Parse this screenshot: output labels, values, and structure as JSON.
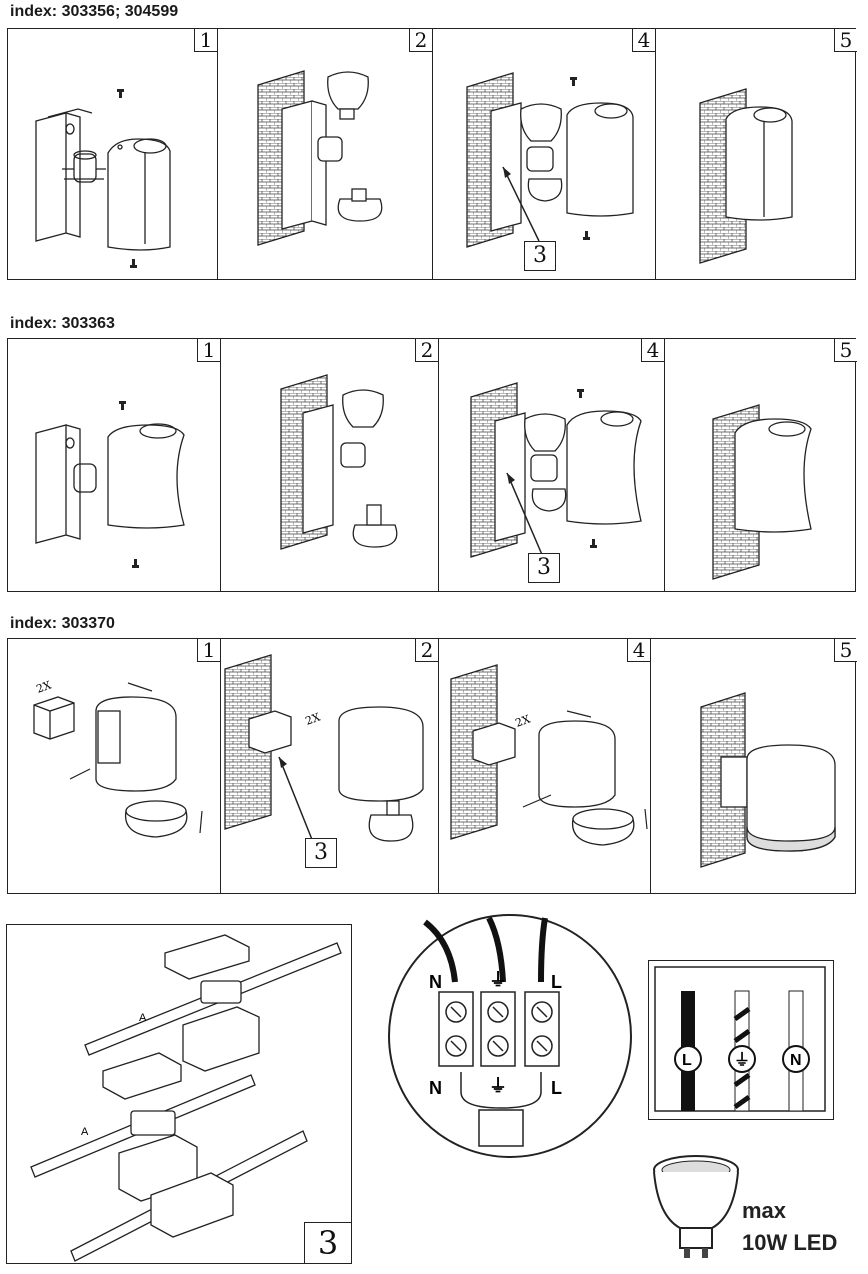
{
  "sections": [
    {
      "index_label": "index: 303356; 304599",
      "steps": [
        "1",
        "2",
        "4",
        "5"
      ],
      "callout": "3"
    },
    {
      "index_label": "index: 303363",
      "steps": [
        "1",
        "2",
        "4",
        "5"
      ],
      "callout": "3"
    },
    {
      "index_label": "index: 303370",
      "steps": [
        "1",
        "2",
        "4",
        "5"
      ],
      "callout": "3",
      "multiplier": "2X"
    }
  ],
  "wiring": {
    "detail_number": "3",
    "cable_label_a": "A",
    "terminal_top_labels": [
      "N",
      "⏚",
      "L"
    ],
    "terminal_bottom_labels": [
      "N",
      "⏚",
      "L"
    ],
    "wire_symbols": [
      "L",
      "⏚",
      "N"
    ]
  },
  "bulb_label": {
    "line1": "max",
    "line2": "10W LED"
  },
  "icons": [
    "screw-icon",
    "gu10-bulb-icon",
    "arrow-icon",
    "ground-symbol-icon"
  ]
}
